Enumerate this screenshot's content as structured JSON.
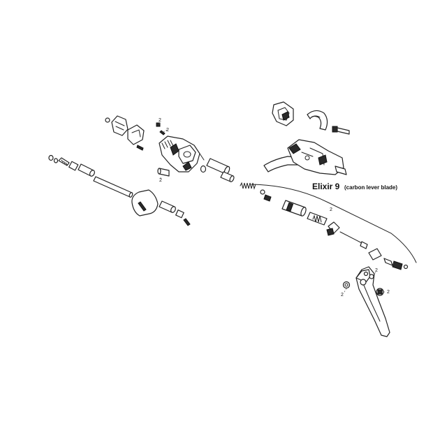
{
  "product": {
    "name": "Elixir 9",
    "variant": "(carbon lever blade)"
  },
  "callouts": {
    "c1": "2",
    "c2": "2",
    "c3": "2",
    "c4": "2",
    "c5": "2",
    "c6": "2",
    "c7": "2"
  },
  "colors": {
    "line": "#222222",
    "fill": "#ffffff",
    "solid": "#2a2a2a"
  }
}
